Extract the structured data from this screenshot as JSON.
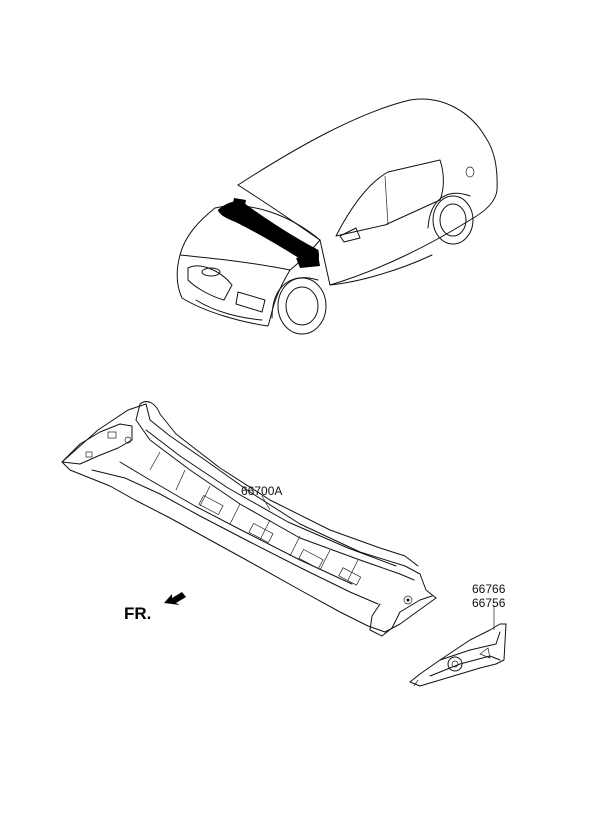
{
  "labels": {
    "cowl_panel": "66700A",
    "bracket_upper": "66766",
    "bracket_lower": "66756",
    "front": "FR."
  },
  "colors": {
    "line": "#111111",
    "highlight": "#000000",
    "background": "#ffffff"
  }
}
